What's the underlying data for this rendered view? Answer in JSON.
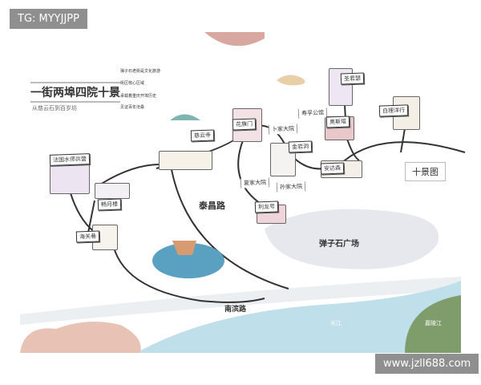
{
  "watermarks": {
    "top_left": "TG: MYYJJPP",
    "bottom_right": "www.jzll688.com"
  },
  "title": "一街两埠四院十景",
  "subtitle": "从慈云石到百岁坊",
  "intro_lines": [
    "弹子石老街是文化旅游",
    "街区核心区域",
    "承载着重庆开埠历史",
    "见证百年沧桑"
  ],
  "legend_label": "十景图",
  "landmarks": [
    "法国水师兵营",
    "畅月楼",
    "海关巷",
    "慈云寺",
    "花旗门",
    "卜家大院",
    "金岩洞",
    "寿孚公馆",
    "奥斯塔",
    "圣若瑟",
    "白理洋行",
    "安达森",
    "夏家大院",
    "孙家大院",
    "利龙号"
  ],
  "roads": {
    "taichang": "泰昌路",
    "nanbin": "南滨路",
    "square": "弹子石广场"
  },
  "rivers": {
    "yangtze": "长江",
    "jialing": "嘉陵江"
  },
  "colors": {
    "river": "#bfe0ea",
    "jialing": "#7f9d6a",
    "square": "#e6e8ee",
    "road": "#eceff2"
  }
}
